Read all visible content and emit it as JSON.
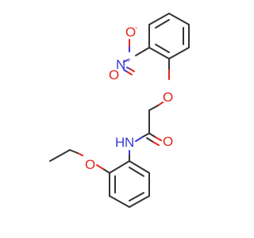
{
  "colors": {
    "bond": "#333333",
    "oxygen": "#e3261b",
    "nitrogen": "#3a3ad6"
  },
  "atoms": {
    "nitro_o_top": "O",
    "nitro_o_charge": "-",
    "nitro_n": "N",
    "nitro_n_charge": "+",
    "nitro_o_side": "O",
    "ether_o": "O",
    "carbonyl_o": "O",
    "amide_n": "N",
    "amide_h": "H",
    "ethoxy_o": "O"
  }
}
